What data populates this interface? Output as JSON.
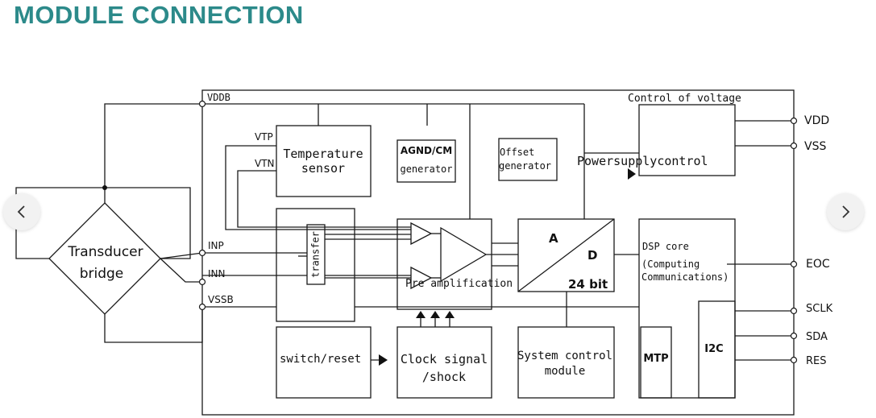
{
  "page": {
    "title": "MODULE CONNECTION",
    "title_color": "#2c8a8a"
  },
  "diagram": {
    "line_color": "#1a1a1a",
    "labels": {
      "vddb": "VDDB",
      "control_of_voltage": "Control of voltage",
      "vdd": "VDD",
      "vss": "VSS",
      "vtp": "VTP",
      "vtn": "VTN",
      "temp_line1": "Temperature",
      "temp_line2": "sensor",
      "agnd_line1": "AGND/CM",
      "agnd_line2": "generator",
      "offset_line1": "Offset",
      "offset_line2": "generator",
      "power_supply_control": "Powersupplycontrol",
      "transducer_line1": "Transducer",
      "transducer_line2": "bridge",
      "inp": "INP",
      "inn": "INN",
      "vssb": "VSSB",
      "transfer": "transfer",
      "pre_amplification": "Pre amplification",
      "adc_a": "A",
      "adc_d": "D",
      "adc_bits": "24 bit",
      "dsp_line1": "DSP core",
      "dsp_line2": "(Computing",
      "dsp_line3": "Communications)",
      "eoc": "EOC",
      "sclk": "SCLK",
      "sda": "SDA",
      "res": "RES",
      "mtp": "MTP",
      "i2c": "I2C",
      "switch_reset": "switch/reset",
      "clock_line1": "Clock signal",
      "clock_line2": "/shock",
      "sysctl_line1": "System control",
      "sysctl_line2": "module"
    }
  },
  "carousel": {
    "prev_icon": "chevron-left-icon",
    "next_icon": "chevron-right-icon"
  }
}
